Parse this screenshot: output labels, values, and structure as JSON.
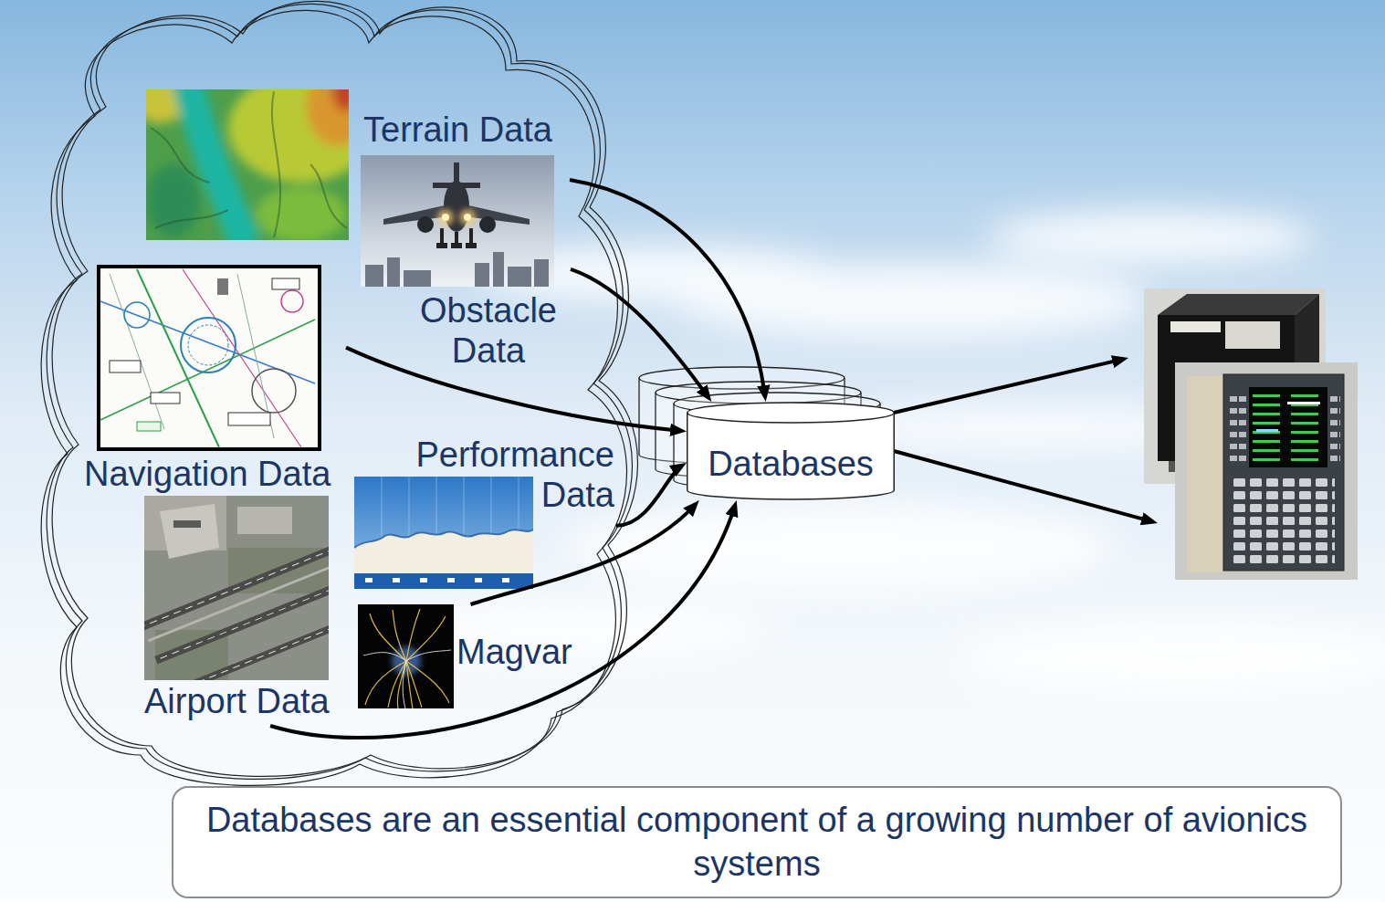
{
  "diagram": {
    "caption": "Databases are an essential component of a growing number of avionics systems",
    "nodes": [
      {
        "text": [
          "Terrain Data"
        ]
      },
      {
        "text": [
          "Obstacle Data"
        ]
      },
      {
        "text": [
          "Navigation Data"
        ]
      },
      {
        "text": [
          "Performance Data"
        ]
      },
      {
        "text": [
          "Databases"
        ]
      },
      {
        "text": [
          "Magvar"
        ]
      },
      {
        "text": [
          "Airport Data"
        ]
      }
    ],
    "edges": [
      {
        "from": 0,
        "to": 4,
        "arrow": "to"
      },
      {
        "from": 1,
        "to": 4,
        "arrow": "to"
      },
      {
        "from": 2,
        "to": 4,
        "arrow": "to"
      },
      {
        "from": 3,
        "to": 4,
        "arrow": "to"
      },
      {
        "from": 5,
        "to": 4,
        "arrow": "to"
      },
      {
        "from": 6,
        "to": 4,
        "arrow": "to"
      }
    ]
  }
}
